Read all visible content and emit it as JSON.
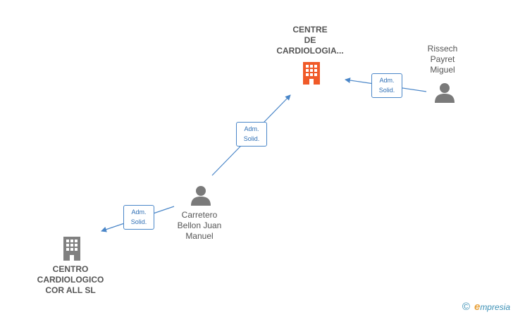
{
  "colors": {
    "edge": "#4a86c8",
    "company_main": "#f05a28",
    "company_other": "#808080",
    "person": "#7a7a7a"
  },
  "nodes": {
    "centre_cardiologia": {
      "lines": [
        "CENTRE",
        "DE",
        "CARDIOLOGIA..."
      ],
      "icon": "building-icon"
    },
    "rissech": {
      "lines": [
        "Rissech",
        "Payret",
        "Miguel"
      ],
      "icon": "person-icon"
    },
    "carretero": {
      "lines": [
        "Carretero",
        "Bellon Juan",
        "Manuel"
      ],
      "icon": "person-icon"
    },
    "centro_cardiologico": {
      "lines": [
        "CENTRO",
        "CARDIOLOGICO",
        "COR ALL  SL"
      ],
      "icon": "building-icon"
    }
  },
  "edges": [
    {
      "from": "rissech",
      "to": "centre_cardiologia",
      "label": [
        "Adm.",
        "Solid."
      ]
    },
    {
      "from": "carretero",
      "to": "centre_cardiologia",
      "label": [
        "Adm.",
        "Solid."
      ]
    },
    {
      "from": "carretero",
      "to": "centro_cardiologico",
      "label": [
        "Adm.",
        "Solid."
      ]
    }
  ],
  "brand": {
    "copyright": "©",
    "initial": "e",
    "name": "mpresia"
  }
}
